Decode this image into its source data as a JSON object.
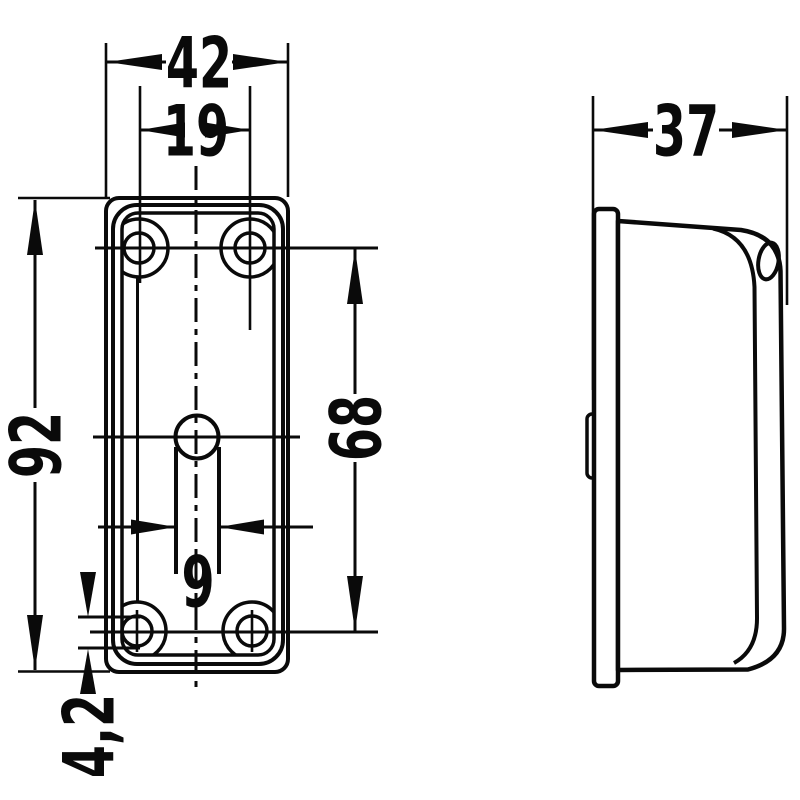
{
  "drawing": {
    "type": "technical-dimension-drawing",
    "views": {
      "front": {
        "dim_overall_width": "42",
        "dim_hole_spacing_horizontal": "19",
        "dim_overall_height": "92",
        "dim_hole_spacing_vertical": "68",
        "dim_slot_width": "9",
        "dim_mounting_hole_diameter": "4,2"
      },
      "side": {
        "dim_overall_depth": "37"
      }
    },
    "colors": {
      "ink": "#0a0a0a",
      "paper": "#ffffff"
    }
  }
}
